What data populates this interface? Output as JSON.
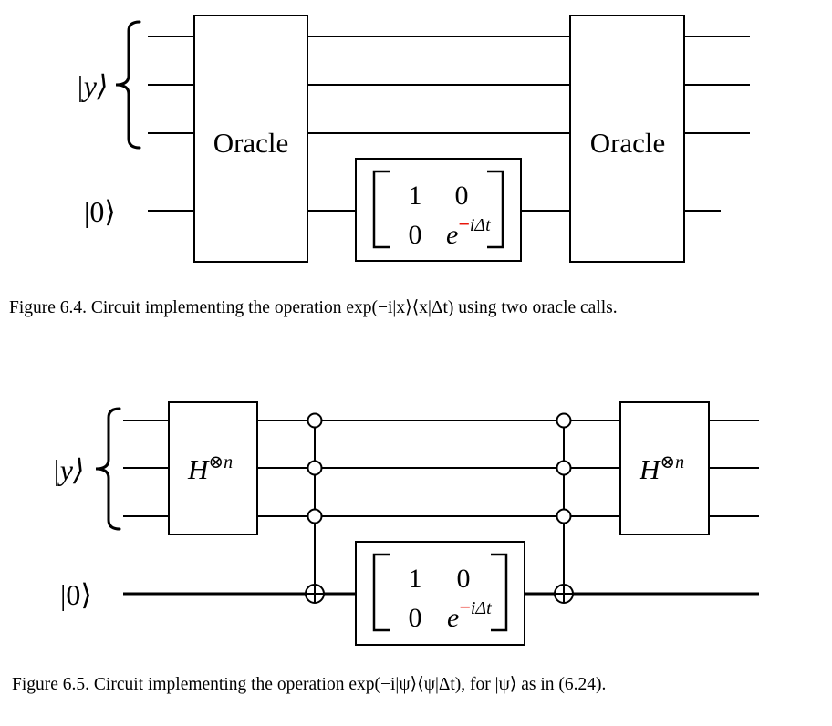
{
  "figure1": {
    "ket_y": "|y⟩",
    "ket_zero": "|0⟩",
    "oracle_left_label": "Oracle",
    "oracle_right_label": "Oracle",
    "caption": "Figure 6.4. Circuit implementing the operation exp(−i|x⟩⟨x|Δt) using two oracle calls."
  },
  "figure2": {
    "ket_y": "|y⟩",
    "ket_zero": "|0⟩",
    "hadamard_left_base": "H",
    "hadamard_left_sup": "⊗n",
    "hadamard_right_base": "H",
    "hadamard_right_sup": "⊗n",
    "caption": "Figure 6.5. Circuit implementing the operation exp(−i|ψ⟩⟨ψ|Δt), for |ψ⟩ as in (6.24)."
  },
  "matrix": {
    "r1c1": "1",
    "r1c2": "0",
    "r2c1": "0",
    "exp_base": "e",
    "exp_minus": "−",
    "exp_rest": "iΔt"
  },
  "colors": {
    "ink": "#000000",
    "minus_highlight": "#e8150a",
    "background": "#ffffff"
  }
}
